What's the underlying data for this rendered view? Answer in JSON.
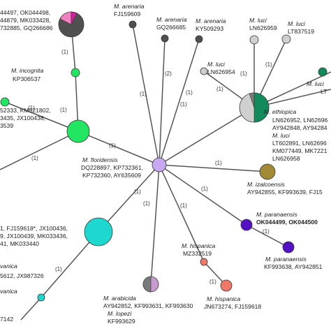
{
  "colors": {
    "edge": "#555555",
    "center": "#c9a8f2",
    "green": "#22e562",
    "teal": "#1ed8d0",
    "grey_dark": "#505050",
    "grey_light": "#cfcfcf",
    "grey_mid": "#7a7a7a",
    "pink": "#f080c0",
    "magenta": "#d020a0",
    "olive": "#a08a36",
    "purple": "#5512c4",
    "salmon": "#f07868",
    "dark_green": "#128a5c",
    "mauve": "#c89bd0"
  },
  "edge_labels": {
    "e_top_left": "(1)",
    "e_arenaria_1": "(1)",
    "e_arenaria_2": "(2)",
    "e_arenaria_3": "(1)",
    "e_luci_hub": "(1)",
    "e_luci_1": "(1)",
    "e_luci_2": "(1)",
    "e_luci_3": "(1)",
    "e_incognita": "(1)",
    "e_left_green": "(1)",
    "e_green_hub": "(1)",
    "e_green_left": "(1)",
    "e_izalco": "(1)",
    "e_paran_1": "(1)",
    "e_paran_2": "(1)",
    "e_hispanica_1": "(1)",
    "e_hispanica_2": "(1)",
    "e_arabicida": "(1)",
    "e_teal": "(1)",
    "e_teal_left": "(1)"
  },
  "labels": {
    "top_left": {
      "line1_a": "44497, ",
      "line1_b": "OK044498,",
      "line2": "44879, MK033428,",
      "line3": "732885, GQ266686"
    },
    "arenaria_1": {
      "species": "M. arenaria",
      "acc": "FJ159609"
    },
    "arenaria_2": {
      "species": "M. arenaria",
      "acc": "GQ266685"
    },
    "arenaria_3": {
      "species": "M. arenaria",
      "acc": "KY509293"
    },
    "luci_1": {
      "species": "M. luci",
      "acc": "LN626959"
    },
    "luci_2": {
      "species": "M. luci",
      "acc": "LT837519"
    },
    "luci_3": {
      "species": "M. luci",
      "acc": "LN626954"
    },
    "luci_4": {
      "species": "M. luci",
      "acc": "LT"
    },
    "ethiopica_hub": {
      "species1": "M. ethiopica",
      "line1": "LN626952, LN62696",
      "line2": "AY942848, AY94284",
      "species2": "M. luci",
      "line3": "LT602891, LN62696",
      "line4": "KM077449, MK7221",
      "line5": "LN626958"
    },
    "incognita": {
      "species": "M. incognita",
      "acc": "KP306537"
    },
    "left_green": {
      "line1": "52333, KM921802,",
      "line2": "3435, JX100438,",
      "line3": "3539"
    },
    "floridensis": {
      "species": "M. floridensis",
      "line1": "DQ228897, KP732361,",
      "line2": "KP732360, AY635609"
    },
    "izalcoensis": {
      "species": "M. izalcoensis",
      "acc": "AY942855, KF993639, FJ15"
    },
    "paranaensis_1": {
      "species": "M. paranaensis",
      "acc": "OK044499, OK044500"
    },
    "paranaensis_2": {
      "species": "M. paranaensis",
      "acc": "KF993638, AY942851"
    },
    "teal_hub": {
      "line1": "1, FJ159618*, JX100436,",
      "line2": "9, JX100439, MK033436,",
      "line3": "41, MK033440"
    },
    "hispanica_1": {
      "species": "M. hispanica",
      "acc": "MZ332519"
    },
    "hispanica_2": {
      "species": "M. hispanica",
      "acc": "JN673274, FJ159618"
    },
    "arabicida": {
      "species": "M. arabicida",
      "acc": "AY942852, KF993631, KF993630",
      "species2": "M. lopezi",
      "acc2": "KF993629"
    },
    "teal_left_1": {
      "species": "vanica",
      "acc": "5612, JX987326"
    },
    "teal_left_2": {
      "species": "vanica",
      "acc": "7142"
    }
  }
}
